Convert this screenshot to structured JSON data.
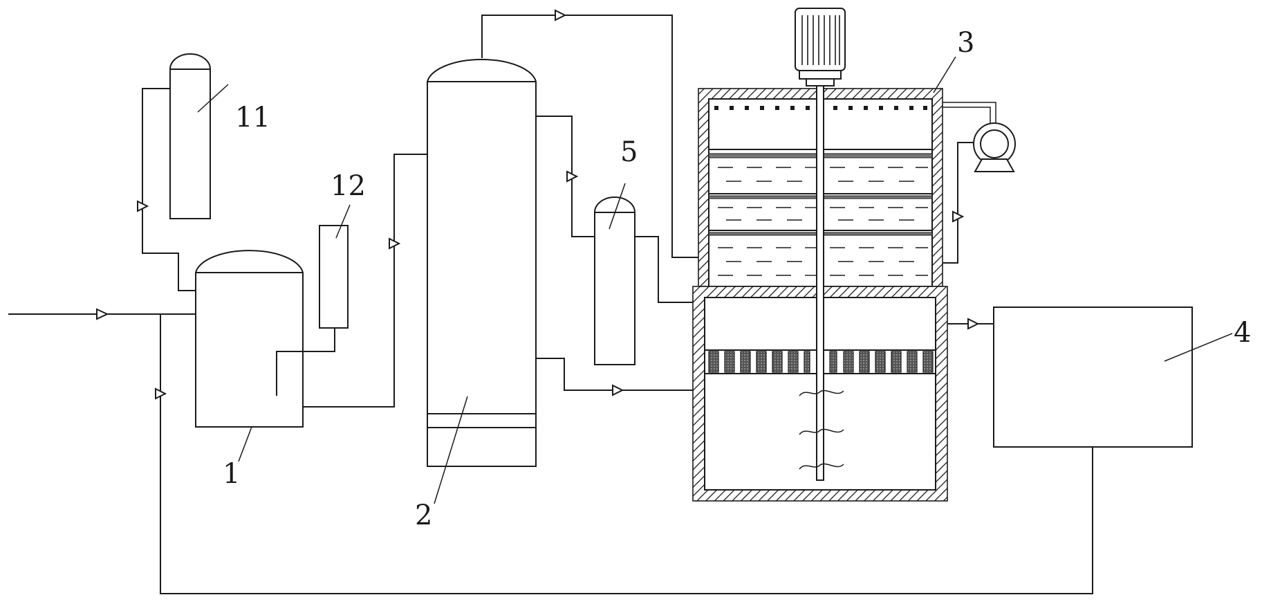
{
  "labels": {
    "unit_1": "1",
    "unit_2": "2",
    "unit_3": "3",
    "unit_4": "4",
    "unit_5": "5",
    "unit_11": "11",
    "unit_12": "12"
  }
}
